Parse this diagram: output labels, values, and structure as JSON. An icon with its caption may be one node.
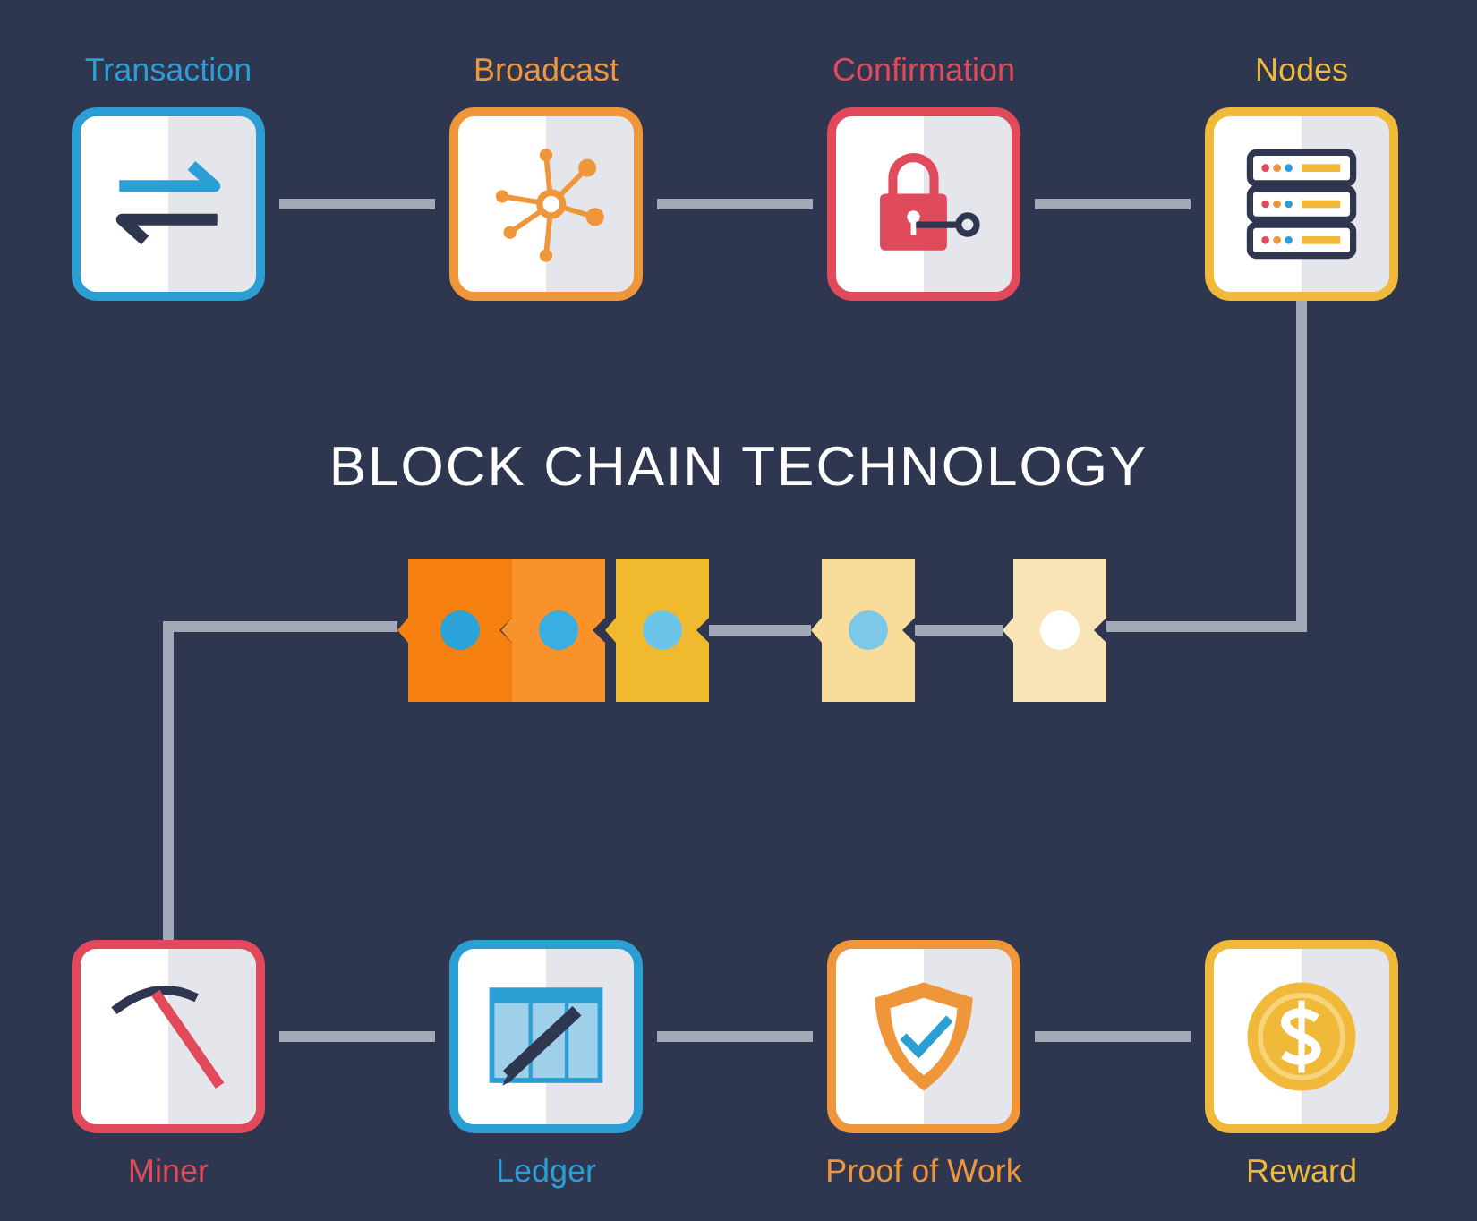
{
  "diagram": {
    "title": "BLOCK CHAIN TECHNOLOGY",
    "nodes": [
      {
        "text": [
          "Transaction"
        ]
      },
      {
        "text": [
          "Broadcast"
        ]
      },
      {
        "text": [
          "Confirmation"
        ]
      },
      {
        "text": [
          "Nodes"
        ]
      },
      {
        "text": [],
        "shape": "box"
      },
      {
        "text": [],
        "shape": "box"
      },
      {
        "text": [],
        "shape": "box"
      },
      {
        "text": [],
        "shape": "box"
      },
      {
        "text": [],
        "shape": "box"
      },
      {
        "text": [
          "Miner"
        ]
      },
      {
        "text": [
          "Ledger"
        ]
      },
      {
        "text": [
          "Proof of Work"
        ]
      },
      {
        "text": [
          "Reward"
        ]
      }
    ],
    "edges": [
      {
        "from": 0,
        "to": 1,
        "arrow": "none"
      },
      {
        "from": 1,
        "to": 2,
        "arrow": "none"
      },
      {
        "from": 2,
        "to": 3,
        "arrow": "none"
      },
      {
        "from": 3,
        "to": 8,
        "arrow": "none"
      },
      {
        "from": 8,
        "to": 7,
        "arrow": "none"
      },
      {
        "from": 7,
        "to": 6,
        "arrow": "none"
      },
      {
        "from": 4,
        "to": 9,
        "arrow": "none"
      },
      {
        "from": 9,
        "to": 10,
        "arrow": "none"
      },
      {
        "from": 10,
        "to": 11,
        "arrow": "none"
      },
      {
        "from": 11,
        "to": 12,
        "arrow": "none"
      }
    ]
  }
}
